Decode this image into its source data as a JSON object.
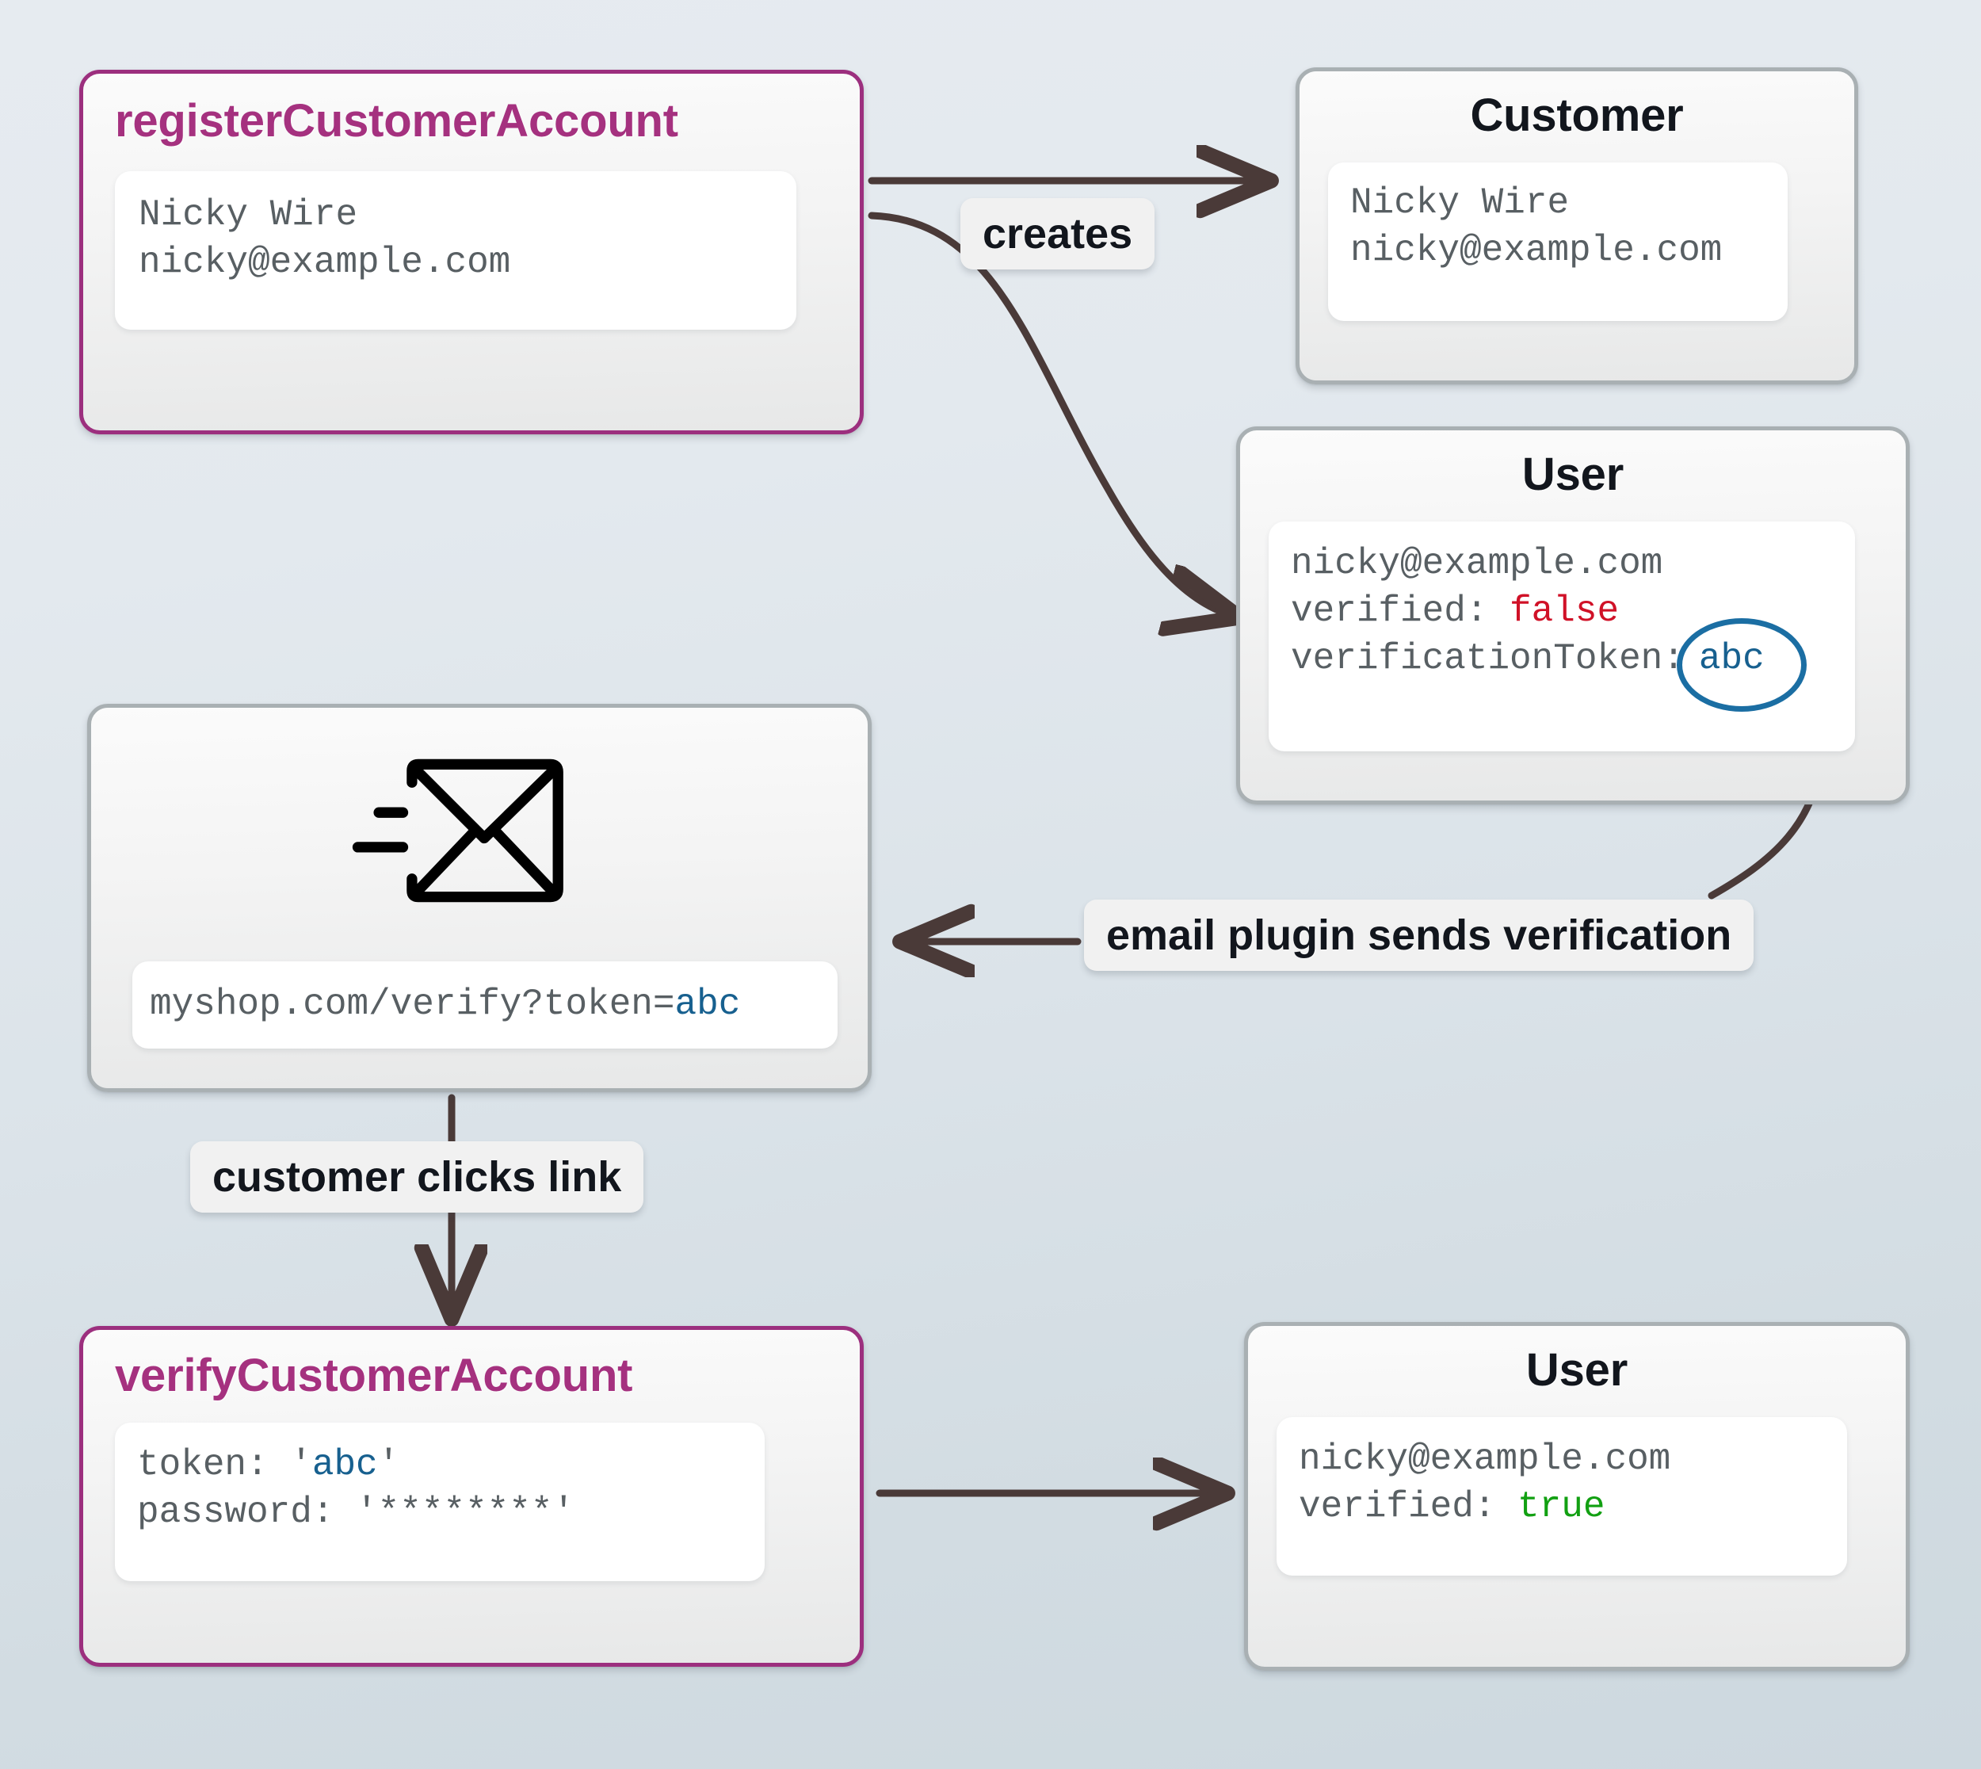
{
  "diagram": {
    "title": "customer account registration and email verification flow",
    "background_top_color": "#e6ebf0",
    "background_bottom_color": "#cdd8df",
    "accent_magenta": "#9c2f7e",
    "accent_gray_border": "#a9b0b3",
    "edge_color": "#4a3a38",
    "true_color": "#12a012",
    "false_color": "#d01127",
    "token_color": "#17608f"
  },
  "nodes": {
    "register": {
      "title": "registerCustomerAccount",
      "lines": [
        "Nicky Wire",
        "nicky@example.com"
      ]
    },
    "customer": {
      "title": "Customer",
      "lines": [
        "Nicky Wire",
        "nicky@example.com"
      ]
    },
    "user_unverified": {
      "title": "User",
      "line_email": "nicky@example.com",
      "line_verified_label": "verified: ",
      "line_verified_value": "false",
      "line_token_label": "verificationToken:",
      "line_token_value": "abc"
    },
    "email": {
      "icon": "envelope-send-icon",
      "url_prefix": "myshop.com/verify?token=",
      "url_token": "abc"
    },
    "verify": {
      "title": "verifyCustomerAccount",
      "line_token_label": "token: ",
      "line_token_quote_open": "'",
      "line_token_value": "abc",
      "line_token_quote_close": "'",
      "line_password_label": "password: ",
      "line_password_value": "'********'"
    },
    "user_verified": {
      "title": "User",
      "line_email": "nicky@example.com",
      "line_verified_label": "verified: ",
      "line_verified_value": "true"
    }
  },
  "edges": {
    "creates": "creates",
    "email_plugin": "email plugin sends verification",
    "clicks_link": "customer clicks link"
  }
}
